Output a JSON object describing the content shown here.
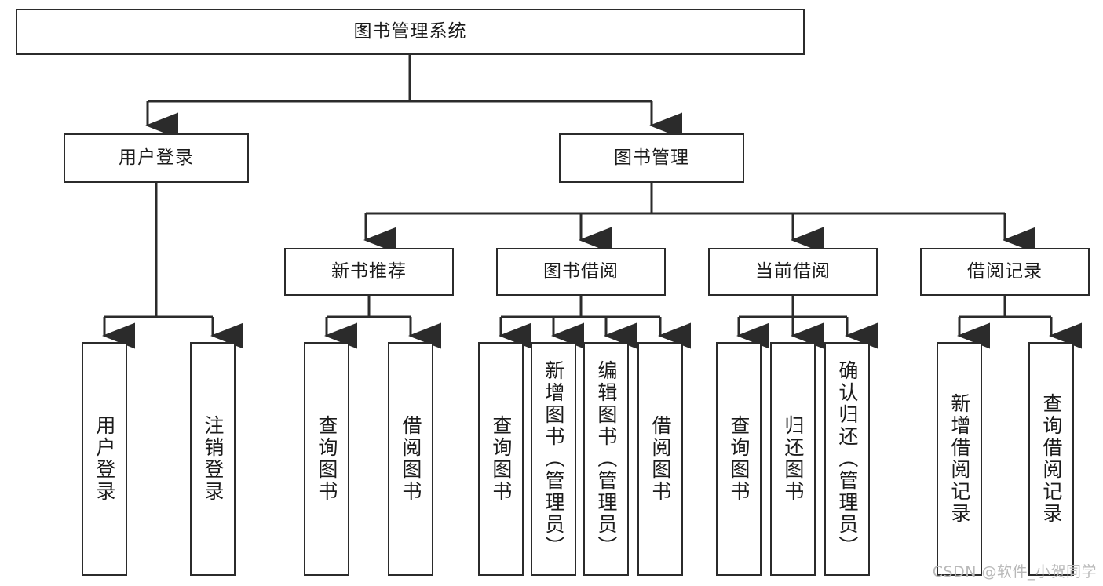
{
  "diagram": {
    "title": "图书管理系统",
    "type": "tree-hierarchy-chart",
    "root": {
      "label": "图书管理系统"
    },
    "level2": [
      {
        "label": "用户登录"
      },
      {
        "label": "图书管理"
      }
    ],
    "level3": [
      {
        "label": "新书推荐"
      },
      {
        "label": "图书借阅"
      },
      {
        "label": "当前借阅"
      },
      {
        "label": "借阅记录"
      }
    ],
    "leaves_user_login": [
      {
        "label": "用户登录"
      },
      {
        "label": "注销登录"
      }
    ],
    "leaves_new_book": [
      {
        "label": "查询图书"
      },
      {
        "label": "借阅图书"
      }
    ],
    "leaves_book_borrow": [
      {
        "label": "查询图书"
      },
      {
        "label": "新增图书（管理员）"
      },
      {
        "label": "编辑图书（管理员）"
      },
      {
        "label": "借阅图书"
      }
    ],
    "leaves_current_borrow": [
      {
        "label": "查询图书"
      },
      {
        "label": "归还图书"
      },
      {
        "label": "确认归还（管理员）"
      }
    ],
    "leaves_borrow_record": [
      {
        "label": "新增借阅记录"
      },
      {
        "label": "查询借阅记录"
      }
    ],
    "watermark": "CSDN @软件_小贺同学",
    "colors": {
      "stroke": "#2b2b2b",
      "text": "#1b1b1b",
      "background": "#ffffff",
      "watermark": "#b9b9b9"
    }
  }
}
